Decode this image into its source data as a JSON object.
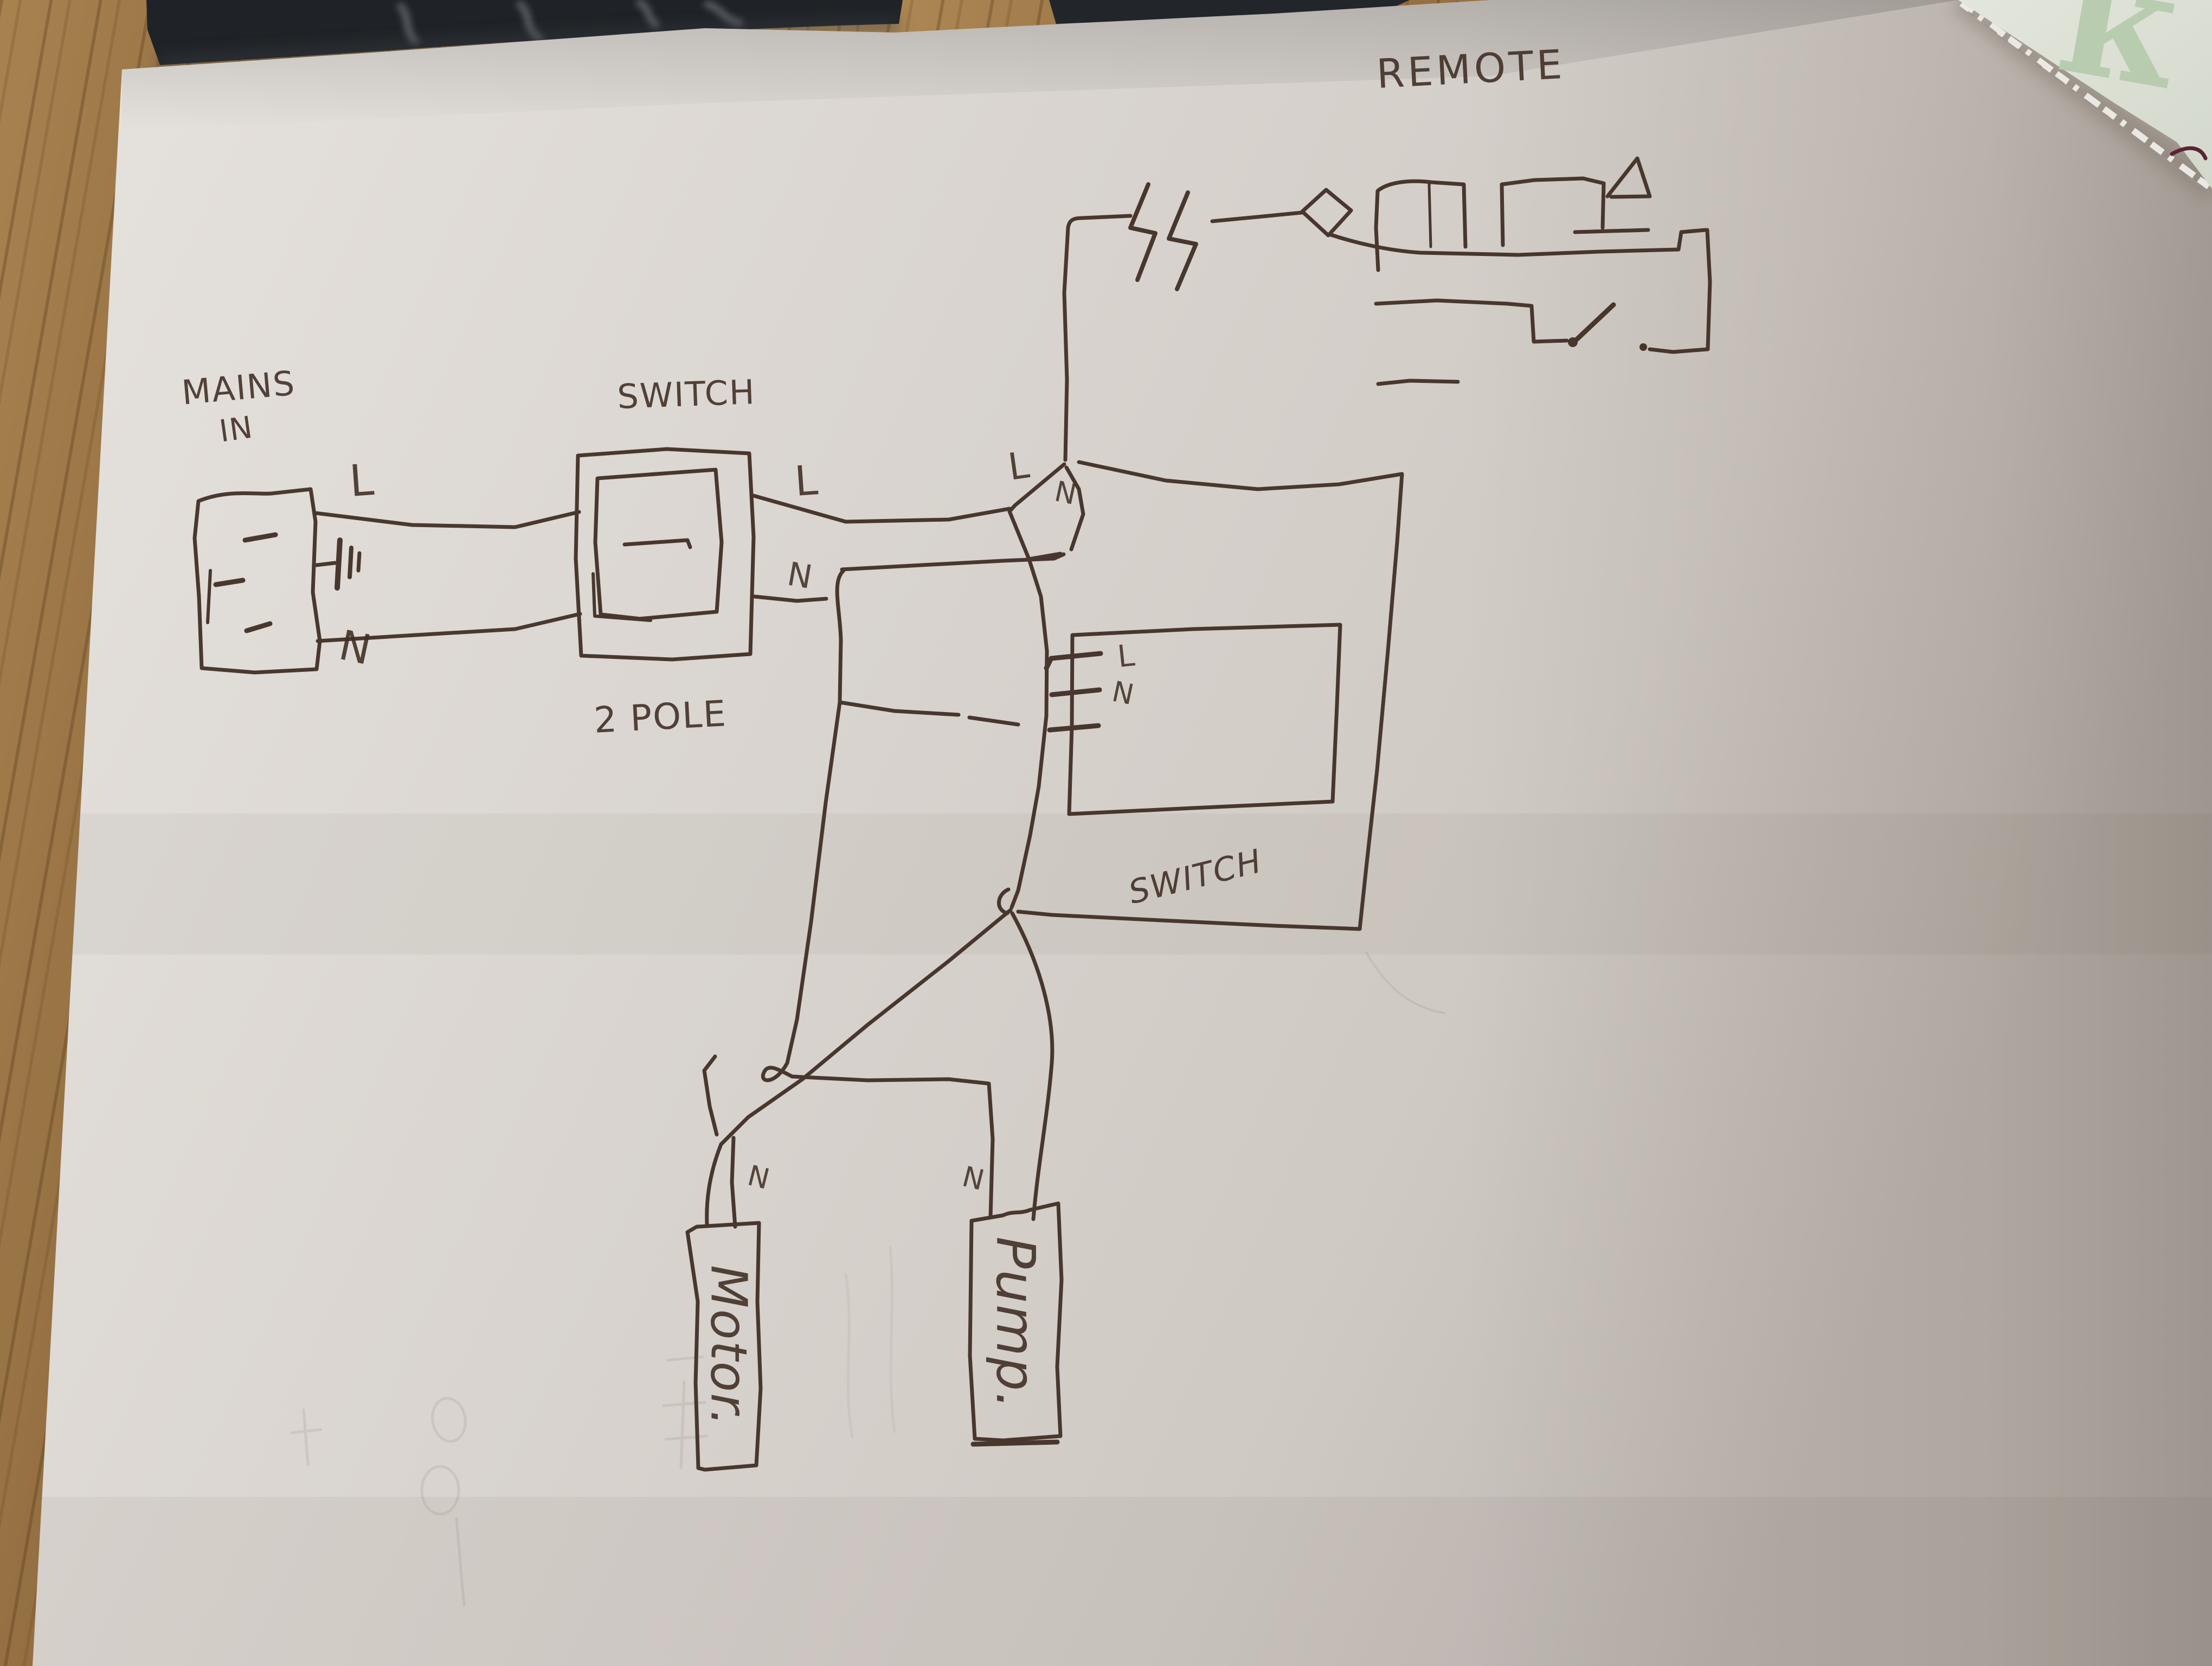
{
  "photo": {
    "labels": {
      "mains_line1": "MAINS",
      "mains_line2": "IN",
      "switch1_title": "SWITCH",
      "switch1_subtitle": "2 POLE",
      "remote_title": "REMOTE",
      "switch2_title": "SWITCH",
      "motor": "Motor.",
      "pump": "Pump.",
      "logo": "k"
    },
    "wire_labels": {
      "mains_l": "L",
      "mains_n": "N",
      "switch_out_l": "L",
      "switch_out_n": "N",
      "junction_l": "L",
      "junction_n": "N",
      "switch2_l": "L",
      "switch2_n": "N",
      "motor_n": "N",
      "pump_n": "N"
    },
    "colors": {
      "ink": "#3e2c22",
      "paper": "#d9d4cf",
      "paper_shadow": "#b7b0aa",
      "wood": "#9a7044",
      "dark_object": "#1f2327",
      "logo_green": "#b5caab",
      "pencil": "#8a8078"
    }
  }
}
